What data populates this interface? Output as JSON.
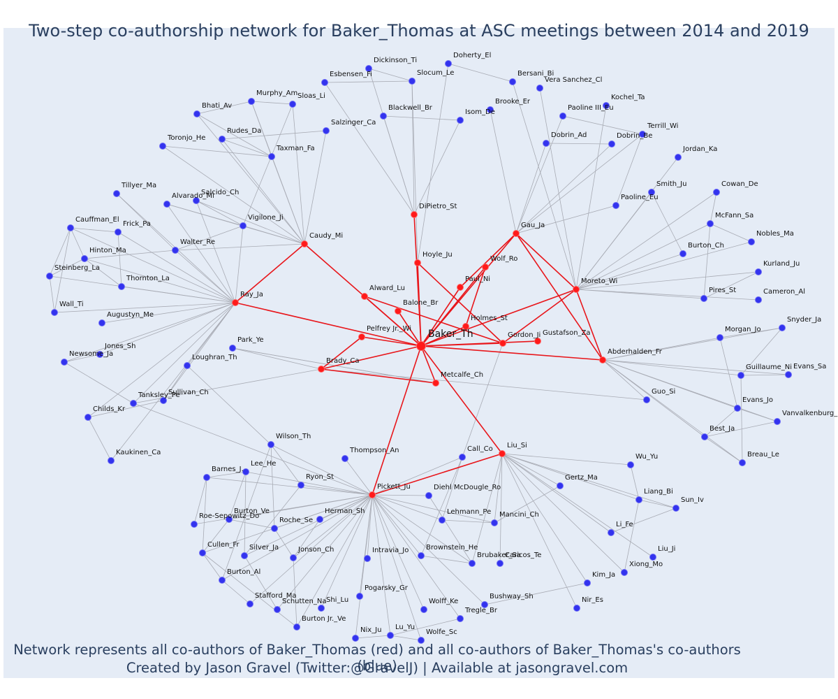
{
  "title": "Two-step co-authorship network for Baker_Thomas at ASC meetings between 2014 and 2019",
  "footer_line1": "Network represents all co-authors of Baker_Thomas (red) and all co-authors of Baker_Thomas's co-authors (blue)",
  "footer_line2": "Created by Jason Gravel (Twitter:@GravelJ) | Available at jasongravel.com",
  "colors": {
    "background": "#e5ecf6",
    "red_node": "#ff1a1a",
    "blue_node": "#3333ee",
    "red_edge": "#e8161b",
    "gray_edge": "#a8abb4",
    "text": "#2a3f5f"
  },
  "central": "Baker_Th",
  "coauthors": [
    "DiPietro_St",
    "Hoyle_Ju",
    "Gau_Ja",
    "Wolf_Ro",
    "Paul_Ni",
    "Holmes_St",
    "Gordon_Ji",
    "Gustafson_Za",
    "Moreto_Wi",
    "Abderhalden_Fr",
    "Caudy_Mi",
    "Ray_Ja",
    "Alward_Lu",
    "Balone_Br",
    "Pelfrey Jr._Wi",
    "Brady_Ca",
    "Metcalfe_Ch",
    "Liu_Si",
    "Pickett_Ju"
  ],
  "second_degree": {
    "DiPietro_St": [
      "Dickinson_Ti",
      "Esbensen_Fi",
      "Slocum_Le",
      "Blackwell_Br",
      "Isom_De"
    ],
    "Hoyle_Ju": [
      "Doherty_El",
      "Slocum_Le"
    ],
    "Gau_Ja": [
      "Brooke_Er",
      "Paoline III_Eu",
      "Dobrin_Ad",
      "Dobrin_Be",
      "Terrill_Wi",
      "Paoline_Eu",
      "Moreto_Wi"
    ],
    "Moreto_Wi": [
      "Kochel_Ta",
      "Jordan_Ka",
      "Smith_Ju",
      "Cowan_De",
      "McFann_Sa",
      "Nobles_Ma",
      "Burton_Ch",
      "Kurland_Ju",
      "Pires_St",
      "Cameron_Al",
      "Bersani_Bi",
      "Vera Sanchez_Cl"
    ],
    "Abderhalden_Fr": [
      "Snyder_Ja",
      "Morgan_Jo",
      "Guillaume_Ni",
      "Evans_Sa",
      "Evans_Jo",
      "Vanvalkenburg_",
      "Best_Ja",
      "Breau_Le",
      "Guo_Si"
    ],
    "Caudy_Mi": [
      "Murphy_Am",
      "Sloas_Li",
      "Bhati_Av",
      "Salzinger_Ca",
      "Rudes_Da",
      "Toronjo_He",
      "Taxman_Fa",
      "Salcido_Ch",
      "Alvarado_Mi",
      "Vigilone_Ji",
      "Walter_Re"
    ],
    "Ray_Ja": [
      "Tillyer_Ma",
      "Frick_Pa",
      "Cauffman_El",
      "Hinton_Ma",
      "Steinberg_La",
      "Thornton_La",
      "Wall_Ti",
      "Augustyn_Me",
      "Jones_Sh",
      "Newsome_Ja",
      "Loughran_Th",
      "Sullivan_Ch",
      "Tanksley_Pe",
      "Childs_Kr",
      "Kaukinen_Ca",
      "Alvarado_Mi",
      "Salcido_Ch",
      "Vigilone_Ji",
      "Walter_Re"
    ],
    "Brady_Ca": [
      "Park_Ye",
      "Tanksley_Pe",
      "Guo_Si"
    ],
    "Metcalfe_Ch": [
      "Park_Ye"
    ],
    "Gordon_Ji": [
      "Call_Co"
    ],
    "Liu_Si": [
      "Wu_Yu",
      "Gertz_Ma",
      "Liang_Bi",
      "Sun_Iv",
      "Li_Fe",
      "Liu_Ji",
      "Xiong_Mo",
      "Kim_Ja",
      "Nir_Es",
      "Brubaker_Sa",
      "Caricos_Te",
      "Mancini_Ch"
    ],
    "Pickett_Ju": [
      "Wilson_Th",
      "Thompson_An",
      "Call_Co",
      "Barnes_J.",
      "Lee_He",
      "Ryon_St",
      "Diehl McDougle_Ro",
      "Burton_Ve",
      "Roe-Sepowitz_Do",
      "Herman_Sh",
      "Lehmann_Pe",
      "Mancini_Ch",
      "Roche_Se",
      "Cullen_Fr",
      "Silver_Ja",
      "Jonson_Ch",
      "Intravia_Jo",
      "Brownstein_He",
      "Brubaker_Sa",
      "Burton_Al",
      "Pogarsky_Gr",
      "Stafford_Ma",
      "Schutten_Na",
      "Shi_Lu",
      "Wolff_Ke",
      "Burton Jr._Ve",
      "Tregle_Br",
      "Nix_Ju",
      "Lu_Yu",
      "Wolfe_Sc",
      "Bushway_Sh"
    ]
  }
}
